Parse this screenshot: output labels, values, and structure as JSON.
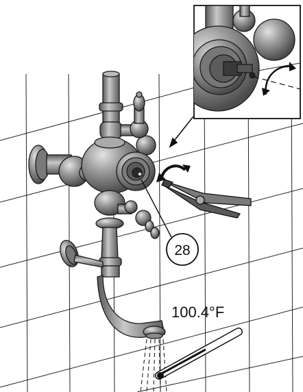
{
  "figure": {
    "callout_number": "28",
    "temperature_label": "100.4°F"
  },
  "colors": {
    "fixture_metal": "#8f8f8f",
    "fixture_dark": "#5a5a5a",
    "fixture_light": "#c9c9c9",
    "line": "#111111",
    "background": "#ffffff"
  },
  "icons": [
    "shower-mixer-icon",
    "pliers-icon",
    "thermometer-icon",
    "rotation-arrow-icon",
    "detail-inset"
  ]
}
